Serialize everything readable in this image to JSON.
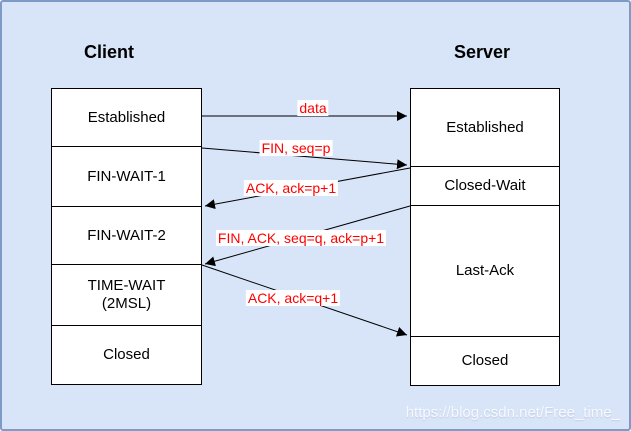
{
  "canvas": {
    "background_color": "#d8e4f8",
    "border_color": "#7e9bc8",
    "watermark": "https://blog.csdn.net/Free_time_"
  },
  "diagram": {
    "type": "tcp-connection-termination-sequence",
    "client": {
      "title": "Client",
      "states": [
        {
          "label": "Established"
        },
        {
          "label": "FIN-WAIT-1"
        },
        {
          "label": "FIN-WAIT-2"
        },
        {
          "label": "TIME-WAIT",
          "sublabel": "(2MSL)"
        },
        {
          "label": "Closed"
        }
      ]
    },
    "server": {
      "title": "Server",
      "states": [
        {
          "label": "Established"
        },
        {
          "label": "Closed-Wait"
        },
        {
          "label": "Last-Ack"
        },
        {
          "label": "Closed"
        }
      ]
    },
    "messages": [
      {
        "label": "data",
        "direction": "client-to-server"
      },
      {
        "label": "FIN, seq=p",
        "direction": "client-to-server"
      },
      {
        "label": "ACK, ack=p+1",
        "direction": "server-to-client"
      },
      {
        "label": "FIN, ACK, seq=q, ack=p+1",
        "direction": "server-to-client"
      },
      {
        "label": "ACK, ack=q+1",
        "direction": "client-to-server"
      }
    ],
    "colors": {
      "message_text": "#ff0000",
      "state_fill": "#ffffff",
      "state_border": "#000000",
      "arrow": "#000000"
    }
  }
}
